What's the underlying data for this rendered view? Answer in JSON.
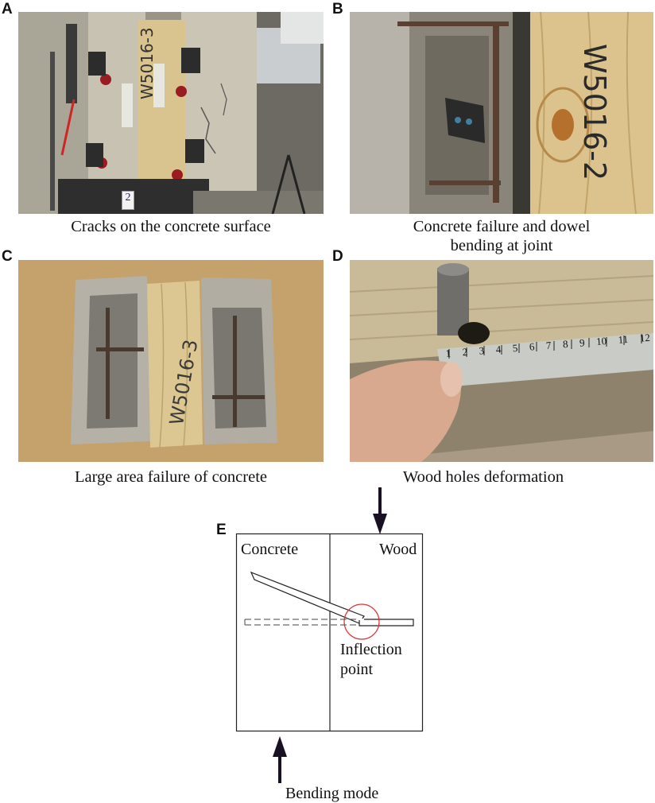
{
  "panels": {
    "a": {
      "letter": "A",
      "caption": "Cracks on the concrete surface",
      "specimen_label": "W5016-3",
      "tag_label": "2"
    },
    "b": {
      "letter": "B",
      "caption_line1": "Concrete failure and dowel",
      "caption_line2": "bending at joint",
      "specimen_label": "W5016-2"
    },
    "c": {
      "letter": "C",
      "caption": "Large area failure of concrete",
      "specimen_label": "W5016-3"
    },
    "d": {
      "letter": "D",
      "caption": "Wood holes deformation",
      "ruler_marks": [
        "1",
        "2",
        "3",
        "4",
        "5",
        "6",
        "7",
        "8",
        "9",
        "10",
        "11",
        "12"
      ]
    },
    "e": {
      "letter": "E",
      "label_concrete": "Concrete",
      "label_wood": "Wood",
      "label_inflection_1": "Inflection",
      "label_inflection_2": "point",
      "label_bending": "Bending mode"
    }
  },
  "colors": {
    "concrete": "#b9b4a8",
    "wood": "#d8c08a",
    "inflection_circle": "#e03030",
    "arrow": "#1a1024"
  }
}
